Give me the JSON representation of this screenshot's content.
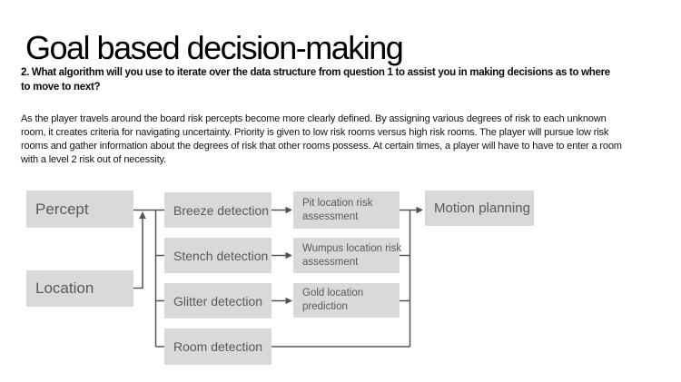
{
  "slide": {
    "title": "Goal based decision-making",
    "question": {
      "lines": [
        "2. What algorithm will you use to iterate over the data structure from question 1 to assist you in making decisions as to where",
        "to move to next?"
      ]
    },
    "paragraph": {
      "lines": [
        "As the player travels around the board risk percepts become more clearly defined. By assigning various degrees of risk to each unknown",
        "room, it creates criteria for navigating uncertainty. Priority is given to low risk rooms versus high risk rooms. The player will pursue low risk",
        "rooms and gather information about the degrees of risk that other rooms possess. At certain times, a player will have to have to enter a room",
        "with a level 2 risk out of necessity."
      ]
    }
  },
  "diagram": {
    "nodes": {
      "percept": {
        "label": "Percept",
        "lines": [
          "Percept"
        ]
      },
      "location": {
        "label": "Location",
        "lines": [
          "Location"
        ]
      },
      "breeze": {
        "label": "Breeze detection",
        "lines": [
          "Breeze detection"
        ]
      },
      "stench": {
        "label": "Stench detection",
        "lines": [
          "Stench detection"
        ]
      },
      "glitter": {
        "label": "Glitter detection",
        "lines": [
          "Glitter detection"
        ]
      },
      "room": {
        "label": "Room detection",
        "lines": [
          "Room detection"
        ]
      },
      "pit": {
        "label": "Pit location risk assessment",
        "lines": [
          "Pit location risk",
          "assessment"
        ]
      },
      "wumpus": {
        "label": "Wumpus location risk assessment",
        "lines": [
          "Wumpus location risk",
          "assessment"
        ]
      },
      "gold": {
        "label": "Gold location prediction",
        "lines": [
          "Gold location",
          "prediction"
        ]
      },
      "motion": {
        "label": "Motion planning",
        "lines": [
          "Motion planning"
        ]
      }
    },
    "edges": [
      {
        "from": "percept",
        "to": "breeze"
      },
      {
        "from": "percept",
        "to": "stench"
      },
      {
        "from": "percept",
        "to": "glitter"
      },
      {
        "from": "percept",
        "to": "room"
      },
      {
        "from": "location",
        "to": "percept-trunk"
      },
      {
        "from": "breeze",
        "to": "pit"
      },
      {
        "from": "stench",
        "to": "wumpus"
      },
      {
        "from": "glitter",
        "to": "gold"
      },
      {
        "from": "pit",
        "to": "motion"
      },
      {
        "from": "wumpus",
        "to": "motion"
      },
      {
        "from": "gold",
        "to": "motion"
      },
      {
        "from": "room",
        "to": "motion"
      }
    ],
    "colors": {
      "box_fill": "#d9d9d9",
      "box_text": "#595959",
      "connector": "#545454"
    }
  }
}
